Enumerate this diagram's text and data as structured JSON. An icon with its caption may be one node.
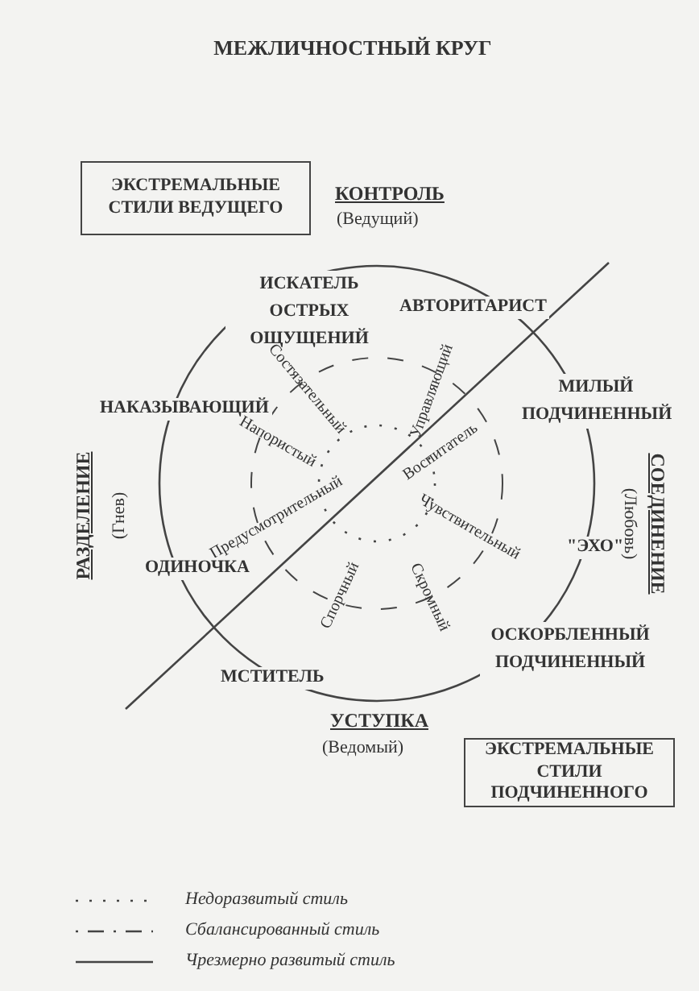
{
  "diagram": {
    "title": "МЕЖЛИЧНОСТНЫЙ КРУГ",
    "nodes": [
      {
        "text": [
          "ЭКСТРЕМАЛЬНЫЕ СТИЛИ ВЕДУЩЕГО"
        ]
      },
      {
        "text": [
          "ЭКСТРЕМАЛЬНЫЕ СТИЛИ ПОДЧИНЕННОГО"
        ]
      }
    ],
    "edges": [],
    "labels": [
      "КОНТРОЛЬ",
      "(Ведущий)",
      "ИСКАТЕЛЬ ОСТРЫХ ОЩУЩЕНИЙ",
      "АВТОРИТАРИСТ",
      "МИЛЫЙ ПОДЧИНЕННЫЙ",
      "НАКАЗЫВАЮЩИЙ",
      "Состязательный",
      "Управляющий",
      "Напористый",
      "Воспитатель",
      "РАЗДЕЛЕНИЕ",
      "(Гнев)",
      "Предусмотрительный",
      "Чувствительный",
      "\"ЭХО\"",
      "(Любовь)",
      "СОЕДИНЕНИЕ",
      "ОДИНОЧКА",
      "Спорчный",
      "Скромный",
      "ОСКОРБЛЕННЫЙ ПОДЧИНЕННЫЙ",
      "МСТИТЕЛЬ",
      "УСТУПКА",
      "(Ведомый)"
    ],
    "legend": [
      {
        "text": "Недоразвитый стиль"
      },
      {
        "text": "Сбалансированный стиль"
      },
      {
        "text": "Чрезмерно развитый стиль"
      }
    ]
  }
}
